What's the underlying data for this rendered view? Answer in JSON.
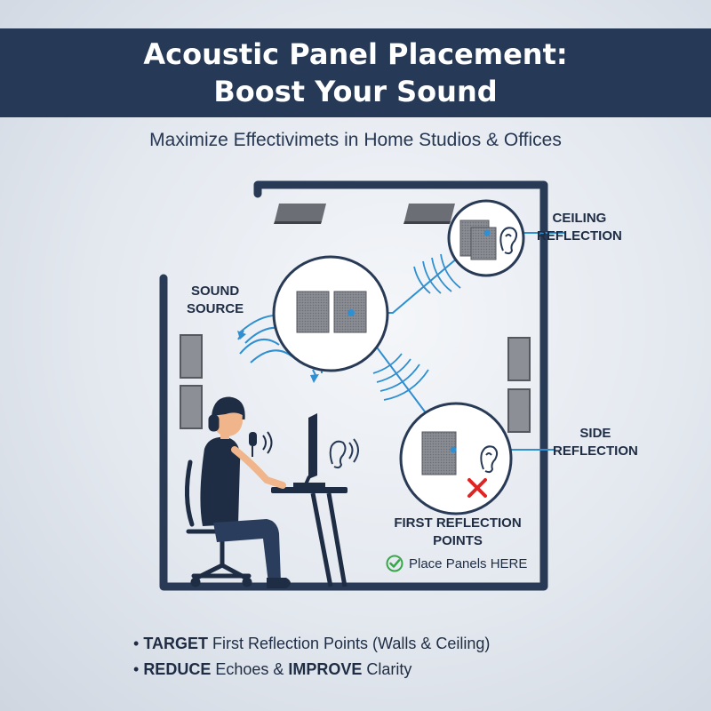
{
  "title": {
    "line1": "Acoustic Panel Placement:",
    "line2": "Boost Your Sound"
  },
  "subtitle": "Maximize Effectivimets in Home Studios & Offices",
  "labels": {
    "ceiling_1": "CEILING",
    "ceiling_2": "REFLECTION",
    "source_1": "SOUND",
    "source_2": "SOURCE",
    "side_1": "SIDE",
    "side_2": "REFLECTION",
    "first_1": "FIRST REFLECTION",
    "first_2": "POINTS",
    "place": "Place Panels HERE"
  },
  "bullets": [
    {
      "marker": "•",
      "strong": "TARGET",
      "rest": " First Reflection Points (Walls & Ceiling)"
    },
    {
      "marker": "•",
      "strong": "REDUCE",
      "rest": " Echoes & ",
      "strong2": "IMPROVE",
      "rest2": " Clarity"
    }
  ],
  "icons": [
    "ear-icon",
    "microphone-icon",
    "headphones-icon",
    "monitor-icon",
    "chair-icon",
    "cross-icon",
    "check-icon"
  ],
  "colors": {
    "banner": "#263956",
    "wall": "#283a55",
    "wave": "#2f8fd0",
    "cross": "#e02424",
    "check": "#3aa64a",
    "panel": "#7d8088"
  }
}
